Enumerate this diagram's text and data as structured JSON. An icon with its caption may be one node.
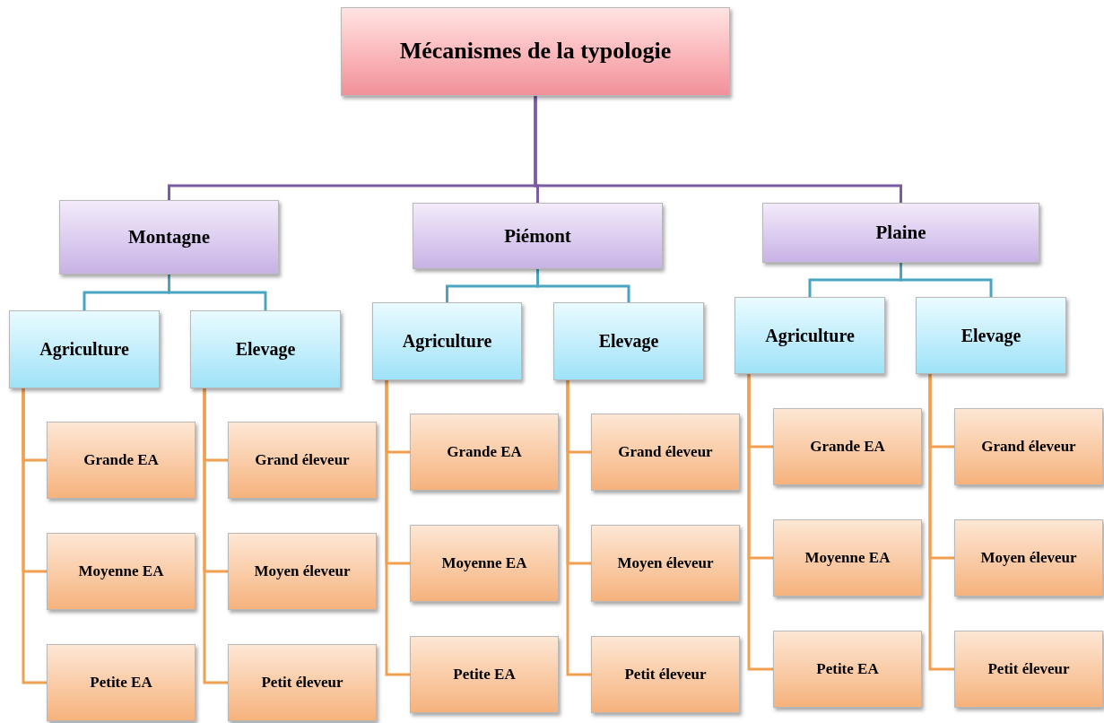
{
  "diagram": {
    "nodes": [
      {
        "text": [
          "Mécanismes de la typologie"
        ]
      },
      {
        "text": [
          "Montagne"
        ]
      },
      {
        "text": [
          "Piémont"
        ]
      },
      {
        "text": [
          "Plaine"
        ]
      },
      {
        "text": [
          "Agriculture"
        ]
      },
      {
        "text": [
          "Elevage"
        ]
      },
      {
        "text": [
          "Agriculture"
        ]
      },
      {
        "text": [
          "Elevage"
        ]
      },
      {
        "text": [
          "Agriculture"
        ]
      },
      {
        "text": [
          "Elevage"
        ]
      },
      {
        "text": [
          "Grande EA"
        ]
      },
      {
        "text": [
          "Moyenne EA"
        ]
      },
      {
        "text": [
          "Petite EA"
        ]
      },
      {
        "text": [
          "Grand éleveur"
        ]
      },
      {
        "text": [
          "Moyen éleveur"
        ]
      },
      {
        "text": [
          "Petit éleveur"
        ]
      },
      {
        "text": [
          "Grande EA"
        ]
      },
      {
        "text": [
          "Moyenne EA"
        ]
      },
      {
        "text": [
          "Petite EA"
        ]
      },
      {
        "text": [
          "Grand éleveur"
        ]
      },
      {
        "text": [
          "Moyen éleveur"
        ]
      },
      {
        "text": [
          "Petit éleveur"
        ]
      },
      {
        "text": [
          "Grande EA"
        ]
      },
      {
        "text": [
          "Moyenne EA"
        ]
      },
      {
        "text": [
          "Petite EA"
        ]
      },
      {
        "text": [
          "Grand éleveur"
        ]
      },
      {
        "text": [
          "Moyen éleveur"
        ]
      },
      {
        "text": [
          "Petit éleveur"
        ]
      }
    ],
    "edges": [
      {
        "from": 0,
        "to": 1,
        "arrow": "none",
        "color": "#7b5ba3"
      },
      {
        "from": 0,
        "to": 2,
        "arrow": "none",
        "color": "#7b5ba3"
      },
      {
        "from": 0,
        "to": 3,
        "arrow": "none",
        "color": "#7b5ba3"
      },
      {
        "from": 1,
        "to": 4,
        "arrow": "none",
        "color": "#4aa5c2"
      },
      {
        "from": 1,
        "to": 5,
        "arrow": "none",
        "color": "#4aa5c2"
      },
      {
        "from": 2,
        "to": 6,
        "arrow": "none",
        "color": "#4aa5c2"
      },
      {
        "from": 2,
        "to": 7,
        "arrow": "none",
        "color": "#4aa5c2"
      },
      {
        "from": 3,
        "to": 8,
        "arrow": "none",
        "color": "#4aa5c2"
      },
      {
        "from": 3,
        "to": 9,
        "arrow": "none",
        "color": "#4aa5c2"
      },
      {
        "from": 4,
        "to": 10,
        "arrow": "none"
      },
      {
        "from": 4,
        "to": 11,
        "arrow": "none"
      },
      {
        "from": 4,
        "to": 12,
        "arrow": "none"
      },
      {
        "from": 5,
        "to": 13,
        "arrow": "none"
      },
      {
        "from": 5,
        "to": 14,
        "arrow": "none"
      },
      {
        "from": 5,
        "to": 15,
        "arrow": "none"
      },
      {
        "from": 6,
        "to": 16,
        "arrow": "none"
      },
      {
        "from": 6,
        "to": 17,
        "arrow": "none"
      },
      {
        "from": 6,
        "to": 18,
        "arrow": "none"
      },
      {
        "from": 7,
        "to": 19,
        "arrow": "none"
      },
      {
        "from": 7,
        "to": 20,
        "arrow": "none"
      },
      {
        "from": 7,
        "to": 21,
        "arrow": "none"
      },
      {
        "from": 8,
        "to": 22,
        "arrow": "none"
      },
      {
        "from": 8,
        "to": 23,
        "arrow": "none"
      },
      {
        "from": 8,
        "to": 24,
        "arrow": "none"
      },
      {
        "from": 9,
        "to": 25,
        "arrow": "none"
      },
      {
        "from": 9,
        "to": 26,
        "arrow": "none"
      },
      {
        "from": 9,
        "to": 27,
        "arrow": "none"
      }
    ]
  }
}
